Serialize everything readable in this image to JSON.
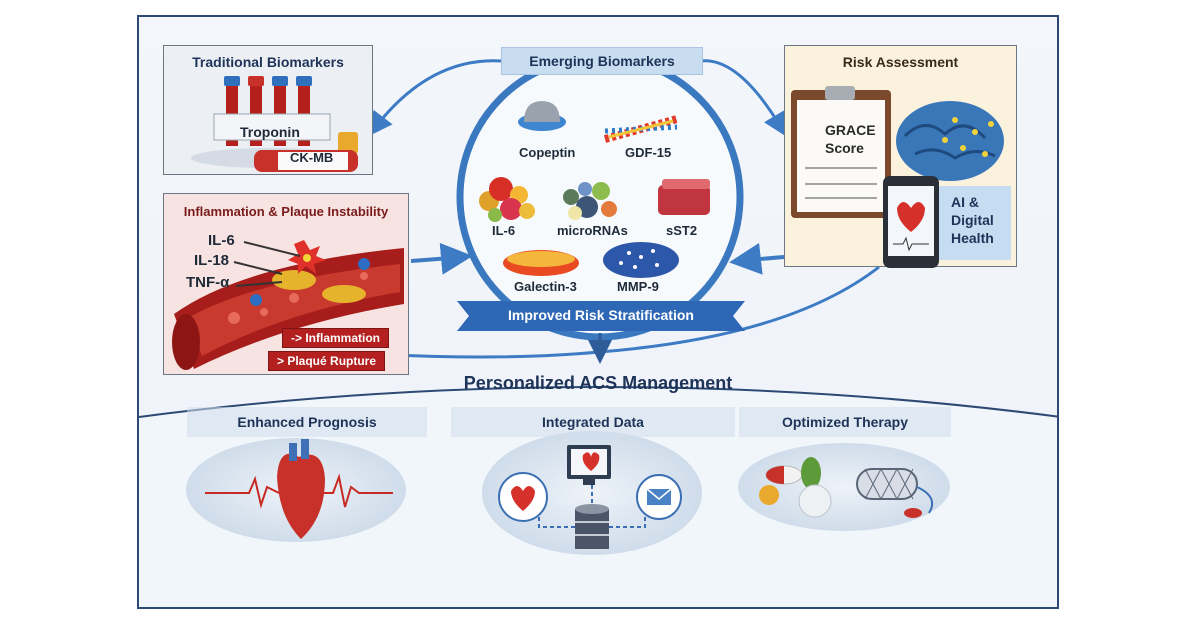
{
  "traditional": {
    "title": "Traditional Biomarkers",
    "markers": [
      "Troponin",
      "CK-MB"
    ]
  },
  "emerging": {
    "title": "Emerging Biomarkers",
    "markers": [
      "Copeptin",
      "GDF-15",
      "IL-6",
      "microRNAs",
      "sST2",
      "Galectin-3",
      "MMP-9"
    ],
    "ribbon": "Improved Risk Stratification"
  },
  "risk": {
    "title": "Risk Assessment",
    "score_label": "GRACE Score",
    "score_line1": "GRACE",
    "score_line2": "Score",
    "ai_line1": "AI &",
    "ai_line2": "Digital",
    "ai_line3": "Health"
  },
  "inflammation": {
    "title": "Inflammation & Plaque Instability",
    "cytokines": [
      "IL-6",
      "IL-18",
      "TNF-α"
    ],
    "tags": [
      "-> Inflammation",
      "> Plaqué Rupture"
    ]
  },
  "management": {
    "title": "Personalized ACS Management",
    "columns": [
      {
        "label": "Enhanced Prognosis",
        "icon": "heart-ecg-icon"
      },
      {
        "label": "Integrated Data",
        "icon": "data-network-icon"
      },
      {
        "label": "Optimized Therapy",
        "icon": "pills-stent-icon"
      }
    ]
  },
  "colors": {
    "navy": "#1e3358",
    "arrow_blue": "#3d7cc4",
    "red": "#b3201f",
    "frame": "#2c4a74"
  }
}
